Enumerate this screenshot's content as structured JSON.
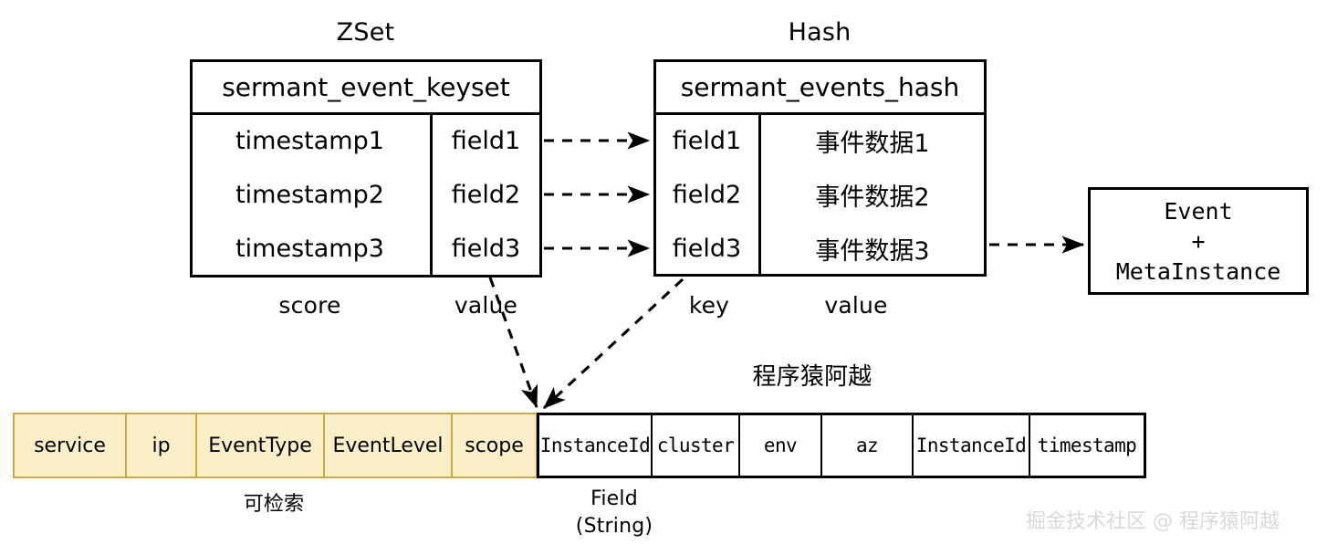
{
  "diagram": {
    "zset": {
      "title": "ZSet",
      "key_name": "sermant_event_keyset",
      "rows": [
        {
          "score": "timestamp1",
          "value": "field1"
        },
        {
          "score": "timestamp2",
          "value": "field2"
        },
        {
          "score": "timestamp3",
          "value": "field3"
        }
      ],
      "col_labels": {
        "left": "score",
        "right": "value"
      }
    },
    "hash": {
      "title": "Hash",
      "key_name": "sermant_events_hash",
      "rows": [
        {
          "field": "field1",
          "value": "事件数据1"
        },
        {
          "field": "field2",
          "value": "事件数据2"
        },
        {
          "field": "field3",
          "value": "事件数据3"
        }
      ],
      "col_labels": {
        "left": "key",
        "right": "value"
      }
    },
    "result_box": {
      "line1": "Event",
      "line2": "+",
      "line3": "MetaInstance"
    },
    "center_caption": "程序猿阿越",
    "field_strip": {
      "searchable_cells": [
        "service",
        "ip",
        "EventType",
        "EventLevel",
        "scope"
      ],
      "plain_cells": [
        "InstanceId",
        "cluster",
        "env",
        "az",
        "InstanceId",
        "timestamp"
      ],
      "caption_left": "可检索",
      "caption_right_line1": "Field",
      "caption_right_line2": "(String)"
    },
    "watermark": "掘金技术社区 @ 程序猿阿越",
    "colors": {
      "searchable_fill": "#FAEFC9",
      "searchable_border": "#C9AA4B",
      "stroke": "#000000",
      "background": "#FFFFFF",
      "watermark": "#D9D9D9"
    }
  }
}
